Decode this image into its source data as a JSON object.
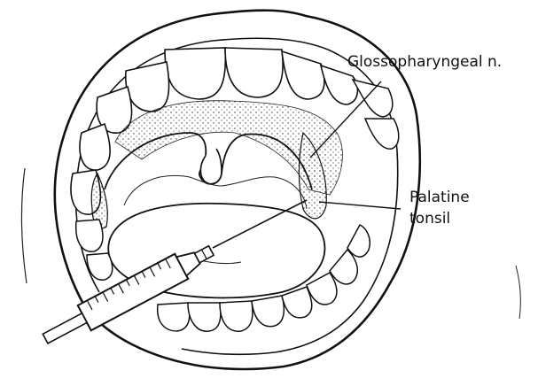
{
  "labels": {
    "glossopharyngeal": "Glossopharyngeal n.",
    "palatine_line1": "Palatine",
    "palatine_line2": "tonsil"
  },
  "colors": {
    "ink": "#111111",
    "background": "#ffffff"
  }
}
